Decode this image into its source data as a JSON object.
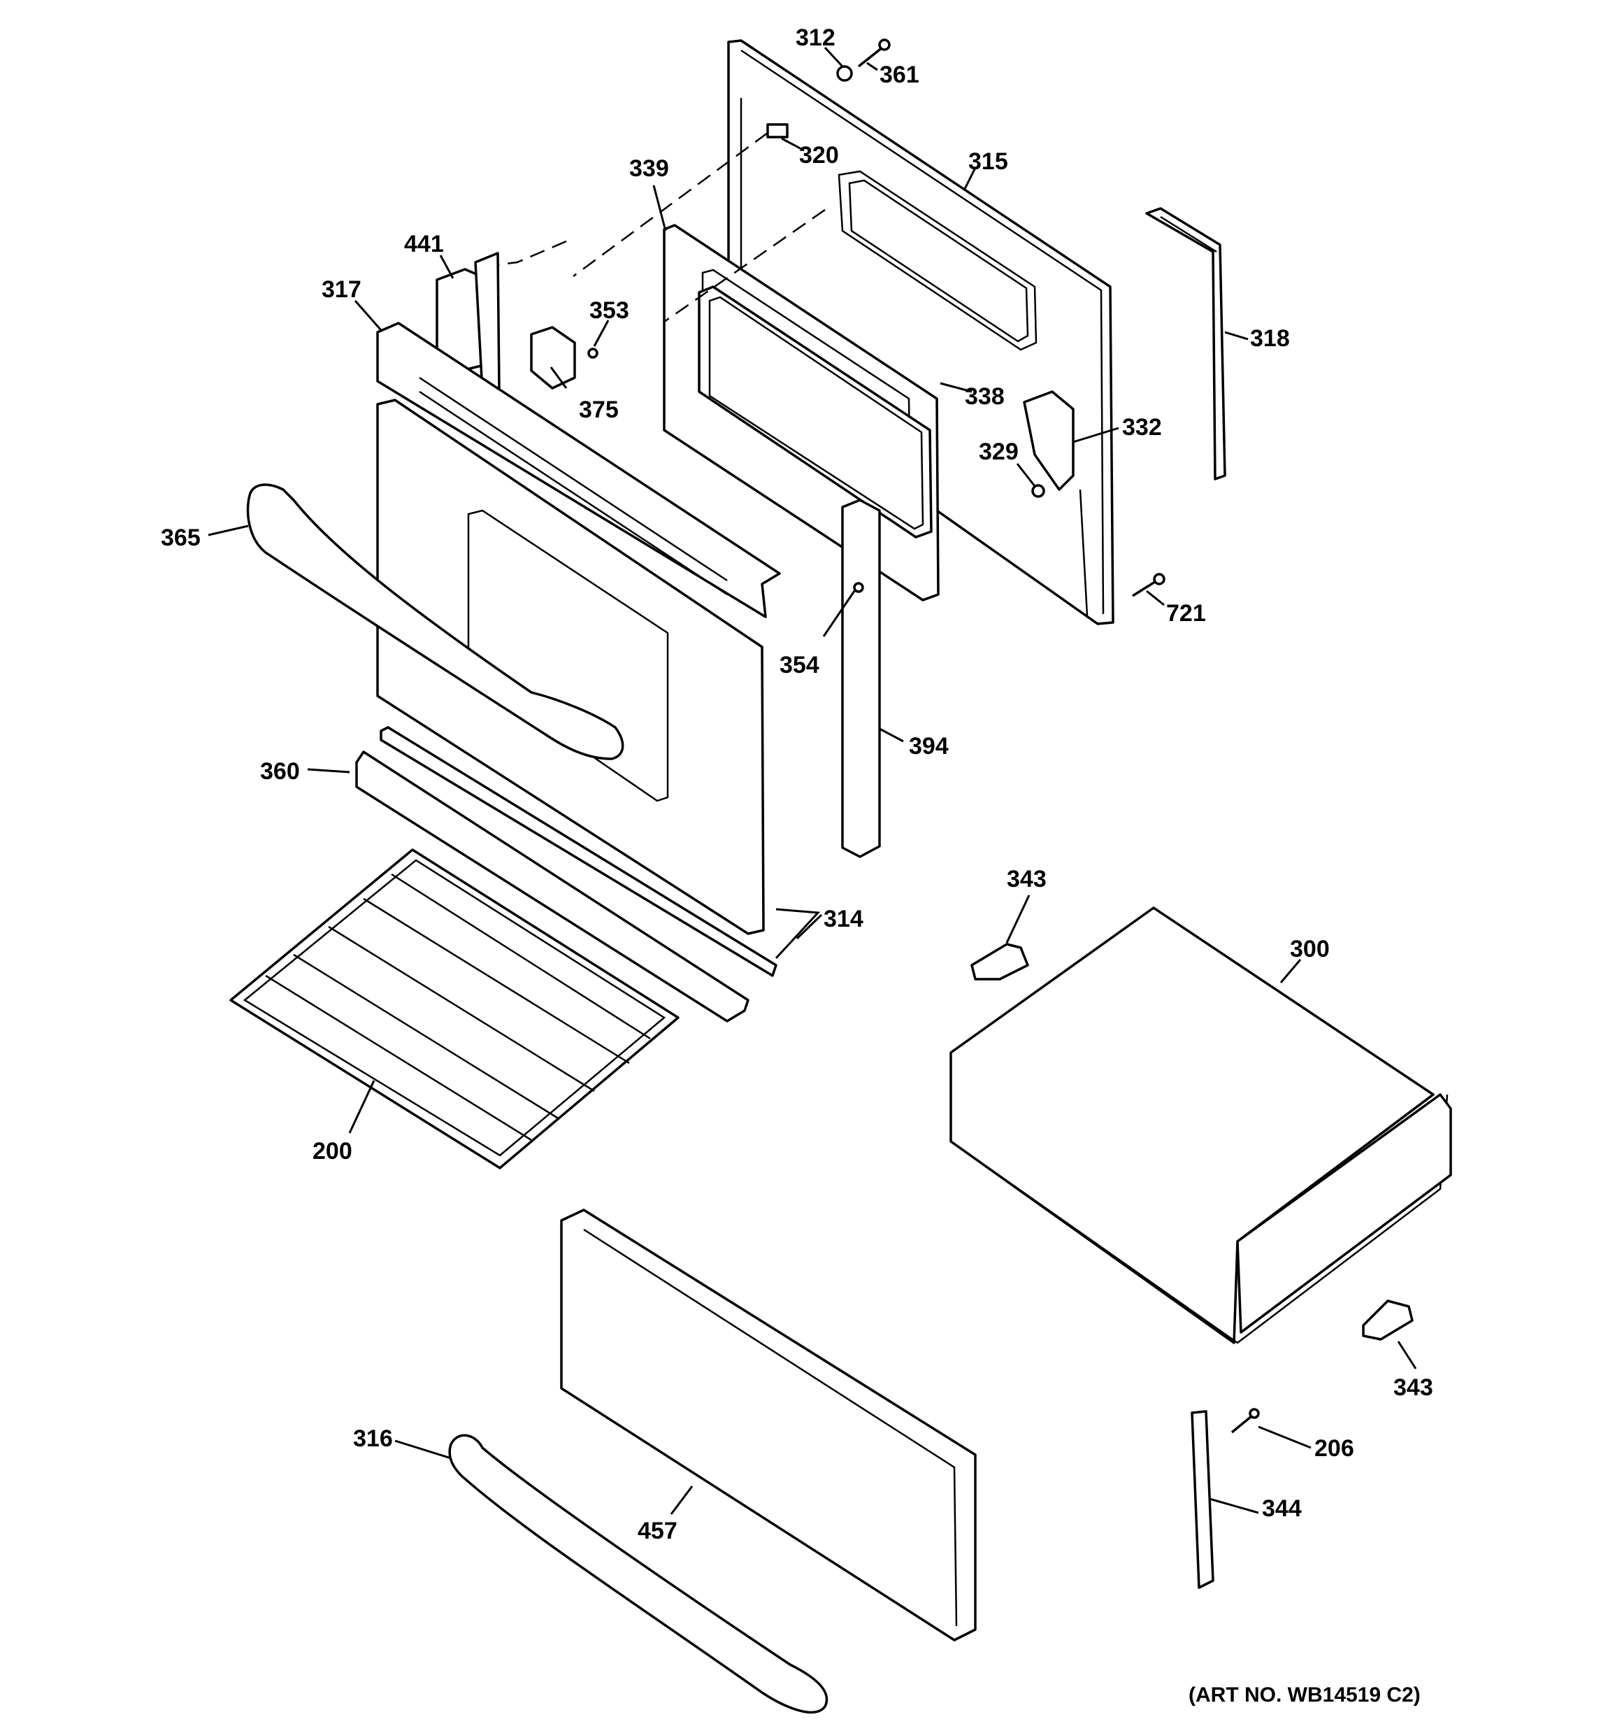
{
  "labels": {
    "p312": "312",
    "p361": "361",
    "p320": "320",
    "p339": "339",
    "p315": "315",
    "p441": "441",
    "p317": "317",
    "p353": "353",
    "p375": "375",
    "p338": "338",
    "p318": "318",
    "p332": "332",
    "p329": "329",
    "p365": "365",
    "p354": "354",
    "p721": "721",
    "p394": "394",
    "p360": "360",
    "p314": "314",
    "p343a": "343",
    "p300": "300",
    "p200": "200",
    "p343b": "343",
    "p316": "316",
    "p206": "206",
    "p344": "344",
    "p457": "457"
  },
  "art_number": "(ART NO. WB14519 C2)"
}
